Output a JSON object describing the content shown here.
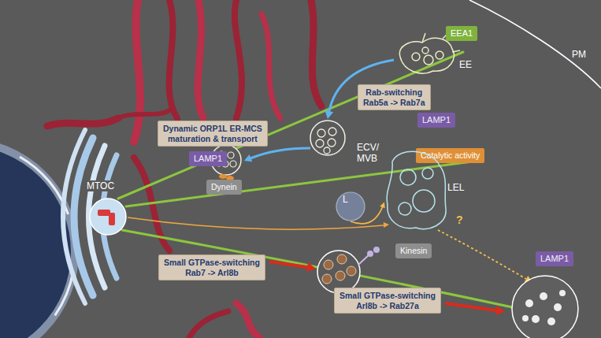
{
  "diagram": {
    "nodes": [
      {
        "text": [
          "EEA1"
        ]
      },
      {
        "text": [
          "EE"
        ]
      },
      {
        "text": [
          "Rab-switching",
          "Rab5a -> Rab7a"
        ]
      },
      {
        "text": [
          "LAMP1"
        ]
      },
      {
        "text": [
          "Dynamic ORP1L ER-MCS",
          "maturation & transport"
        ]
      },
      {
        "text": [
          "ECV/ MVB"
        ]
      },
      {
        "text": [
          "Catalytic activity"
        ]
      },
      {
        "text": [
          "LAMP1"
        ]
      },
      {
        "text": [
          "LEL"
        ]
      },
      {
        "text": [
          "Dynein"
        ]
      },
      {
        "text": [
          "L"
        ]
      },
      {
        "text": [
          "Kinesin"
        ]
      },
      {
        "text": [
          "LAMP1"
        ]
      },
      {
        "text": [
          "Small GTPase-switching",
          "Rab7 -> Arl8b"
        ]
      },
      {
        "text": [
          "Small GTPase-switching",
          "Arl8b -> Rab27a"
        ]
      }
    ],
    "edges": [
      {
        "from": 1,
        "to": 5,
        "arrow": "to"
      },
      {
        "from": 10,
        "to": 8,
        "arrow": "to"
      }
    ],
    "labels": [
      "PM",
      "MTOC",
      "?"
    ]
  }
}
